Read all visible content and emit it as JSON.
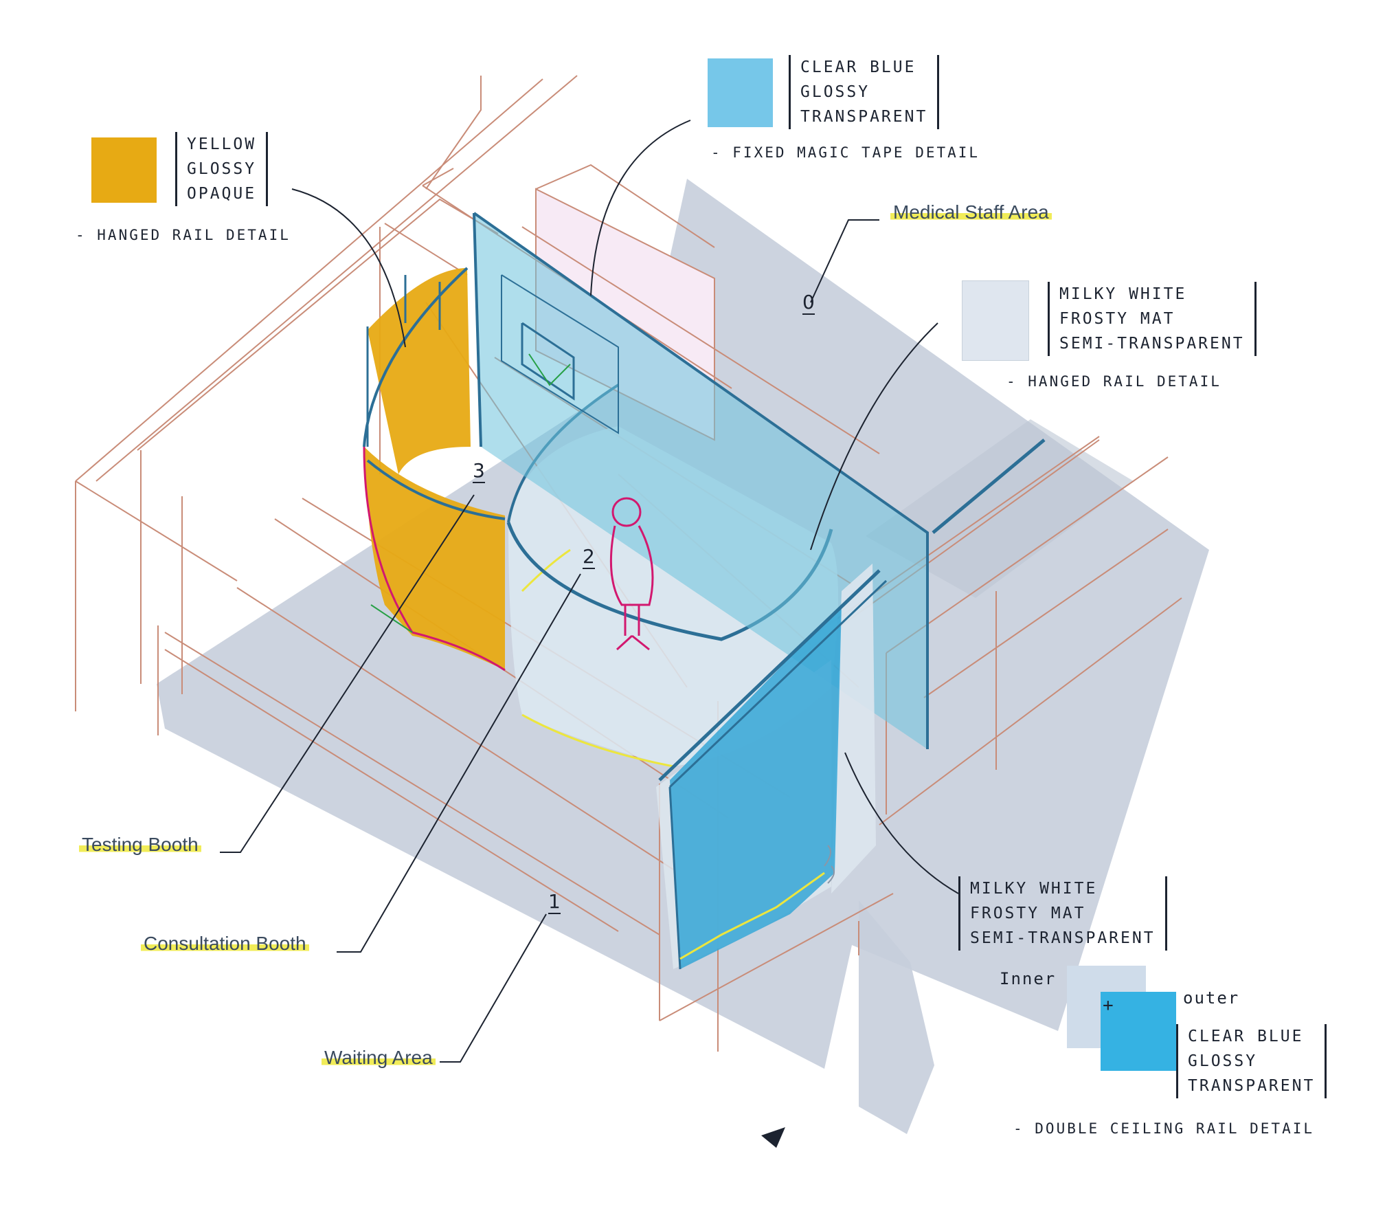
{
  "materials": {
    "yellow": {
      "lines": [
        "YELLOW",
        "GLOSSY",
        "OPAQUE"
      ],
      "detail": "- HANGED RAIL DETAIL",
      "color": "#e7aa14"
    },
    "clear_blue_top": {
      "lines": [
        "CLEAR BLUE",
        "GLOSSY",
        "TRANSPARENT"
      ],
      "detail": "- FIXED MAGIC TAPE DETAIL",
      "color": "#76c7e9"
    },
    "milky_white_top": {
      "lines": [
        "MILKY WHITE",
        "FROSTY MAT",
        "SEMI-TRANSPARENT"
      ],
      "detail": "- HANGED RAIL DETAIL",
      "color": "#dfe6ef"
    },
    "milky_white_bottom": {
      "lines": [
        "MILKY WHITE",
        "FROSTY MAT",
        "SEMI-TRANSPARENT"
      ]
    },
    "double": {
      "inner_label": "Inner",
      "outer_label": "outer",
      "plus": "+",
      "lines": [
        "CLEAR BLUE",
        "GLOSSY",
        "TRANSPARENT"
      ],
      "detail": "- DOUBLE CEILING RAIL DETAIL",
      "inner_color": "#cfdcea",
      "outer_color": "#35b2e3"
    }
  },
  "areas": {
    "medical_staff": "Medical Staff Area",
    "testing_booth": "Testing Booth",
    "consultation_booth": "Consultation Booth",
    "waiting": "Waiting Area"
  },
  "area_numbers": {
    "zero": "0",
    "one": "1",
    "two": "2",
    "three": "3"
  },
  "colors": {
    "floor": "#c4ccd8",
    "wall_lines": "#c98c78",
    "clear_blue_panel": "#6ec2dd",
    "rail_blue": "#2c6f96",
    "milky": "#dce6ee",
    "highlight": "#f1ec58",
    "pink_room": "#f8eaf5"
  }
}
